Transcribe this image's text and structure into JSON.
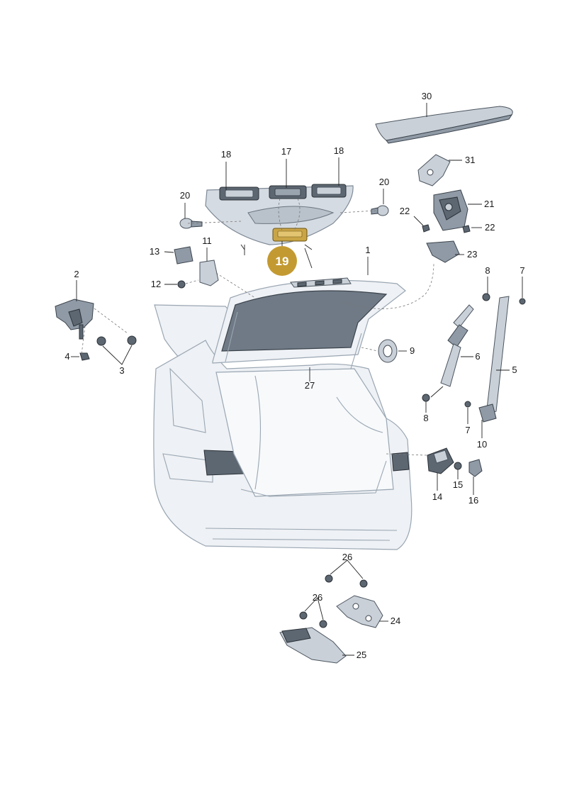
{
  "callouts": {
    "c1": "1",
    "c2": "2",
    "c3": "3",
    "c4": "4",
    "c5": "5",
    "c6": "6",
    "c7a": "7",
    "c7b": "7",
    "c8a": "8",
    "c8b": "8",
    "c9": "9",
    "c10": "10",
    "c11": "11",
    "c12": "12",
    "c13": "13",
    "c14": "14",
    "c15": "15",
    "c16": "16",
    "c17": "17",
    "c18a": "18",
    "c18b": "18",
    "c20a": "20",
    "c20b": "20",
    "c21": "21",
    "c22a": "22",
    "c22b": "22",
    "c23": "23",
    "c24": "24",
    "c25": "25",
    "c26a": "26",
    "c26b": "26",
    "c27": "27",
    "c30": "30",
    "c31": "31"
  },
  "highlight": {
    "label": "19",
    "color": "#c39a32"
  },
  "colors": {
    "car_body": "#eef1f5",
    "car_outline": "#9aa6b2",
    "part_fill": "#8f9aa6"
  }
}
